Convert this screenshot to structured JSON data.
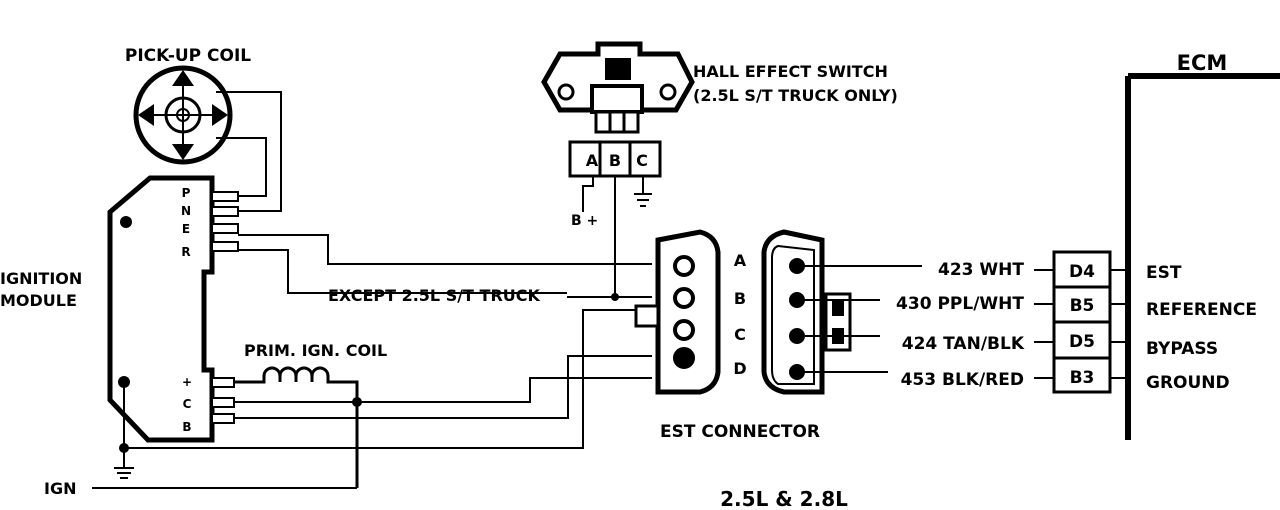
{
  "components": {
    "pickup_coil": "PICK-UP COIL",
    "ignition_module": [
      "IGNITION",
      "MODULE"
    ],
    "module_pins_top": [
      "P",
      "N",
      "E",
      "R"
    ],
    "module_pins_bottom": [
      "+",
      "C",
      "B"
    ],
    "prim_coil": "PRIM. IGN. COIL",
    "hall_switch": [
      "HALL EFFECT SWITCH",
      "(2.5L S/T TRUCK ONLY)"
    ],
    "hall_pins": [
      "A",
      "B",
      "C"
    ],
    "hall_b_plus": "B +",
    "except_label": "EXCEPT 2.5L S/T TRUCK",
    "est_connector": "EST CONNECTOR",
    "est_pins": [
      "A",
      "B",
      "C",
      "D"
    ],
    "ecm": "ECM",
    "ign": "IGN",
    "caption": "2.5L & 2.8L"
  },
  "circuits": [
    {
      "wire": "423 WHT",
      "terminal": "D4",
      "function": "EST"
    },
    {
      "wire": "430 PPL/WHT",
      "terminal": "B5",
      "function": "REFERENCE"
    },
    {
      "wire": "424 TAN/BLK",
      "terminal": "D5",
      "function": "BYPASS"
    },
    {
      "wire": "453 BLK/RED",
      "terminal": "B3",
      "function": "GROUND"
    }
  ]
}
